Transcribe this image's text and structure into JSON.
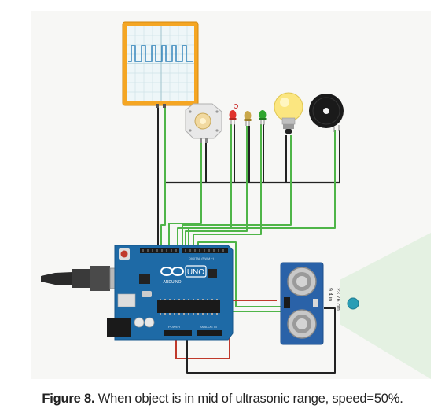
{
  "figure": {
    "label": "Figure 8.",
    "caption": "When object is in mid of ultrasonic range, speed=50%."
  },
  "circuit": {
    "arduino_logo": "ARDUINO",
    "arduino_model": "UNO",
    "digital_label": "DIGITAL (PWM ~)",
    "power_label": "POWER",
    "analog_label": "ANALOG IN",
    "sensor_readout_cm": "23.76 cm",
    "sensor_readout_in": "9.4 in"
  },
  "colors": {
    "background": "#f7f7f5",
    "board": "#1e6aa6",
    "oscilloscope_frame": "#f5a623",
    "wire_green": "#4fb548",
    "wire_black": "#222222",
    "wire_red": "#c0392b",
    "sensor_board": "#2a62a8",
    "detection_zone": "#e4f1e2",
    "target_object": "#2a9db5"
  },
  "icons": [
    "oscilloscope-icon",
    "dc-motor-icon",
    "red-led-icon",
    "amber-led-icon",
    "green-led-icon",
    "light-bulb-icon",
    "piezo-buzzer-icon",
    "usb-cable-icon",
    "arduino-board-icon",
    "ultrasonic-sensor-icon",
    "target-object-icon"
  ]
}
